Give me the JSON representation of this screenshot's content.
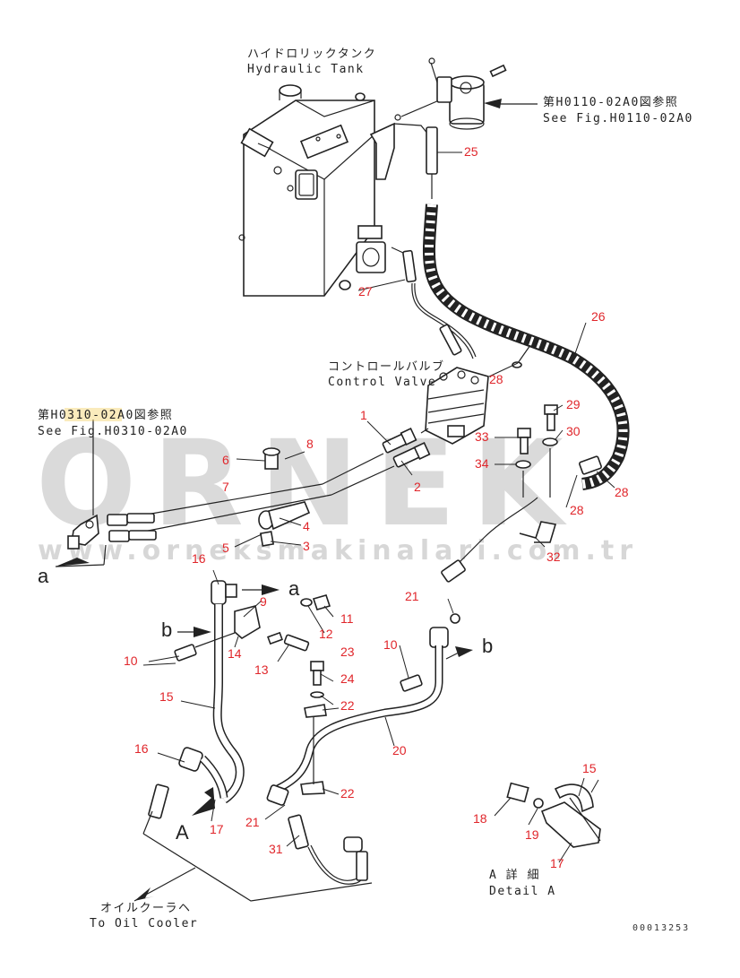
{
  "labels": {
    "hydraulic_tank_jp": "ハイドロリックタンク",
    "hydraulic_tank_en": "Hydraulic Tank",
    "fig_ref_1_jp": "第H0110-02A0図参照",
    "fig_ref_1_en": "See Fig.H0110-02A0",
    "control_valve_jp": "コントロールバルブ",
    "control_valve_en": "Control Valve",
    "fig_ref_2_jp": "第H0310-02A0図参照",
    "fig_ref_2_en": "See Fig.H0310-02A0",
    "oil_cooler_jp": "オイルクーラヘ",
    "oil_cooler_en": "To Oil Cooler",
    "detail_jp": "A 詳 細",
    "detail_en": "Detail A",
    "drawing_number": "00013253"
  },
  "view_letters": {
    "a1": "a",
    "a2": "a",
    "b1": "b",
    "b2": "b",
    "A1": "A"
  },
  "watermark": {
    "brand": "ORNEK",
    "site": "www.orneksmakinalari.com.tr"
  },
  "part_numbers": {
    "p1": "1",
    "p2": "2",
    "p3": "3",
    "p4": "4",
    "p5": "5",
    "p6": "6",
    "p7": "7",
    "p8": "8",
    "p9": "9",
    "p10a": "10",
    "p10b": "10",
    "p11": "11",
    "p12": "12",
    "p13": "13",
    "p14": "14",
    "p15a": "15",
    "p15b": "15",
    "p16a": "16",
    "p16b": "16",
    "p17a": "17",
    "p17b": "17",
    "p18": "18",
    "p19": "19",
    "p20": "20",
    "p21a": "21",
    "p21b": "21",
    "p22a": "22",
    "p22b": "22",
    "p23": "23",
    "p24": "24",
    "p25": "25",
    "p26": "26",
    "p27": "27",
    "p28a": "28",
    "p28b": "28",
    "p28c": "28",
    "p29": "29",
    "p30": "30",
    "p31": "31",
    "p32": "32",
    "p33": "33",
    "p34": "34"
  },
  "colors": {
    "callout_numbers": "#e0262b",
    "line_art": "#222222",
    "watermark": "#bdbdbd",
    "highlight": "#f5d36b"
  }
}
